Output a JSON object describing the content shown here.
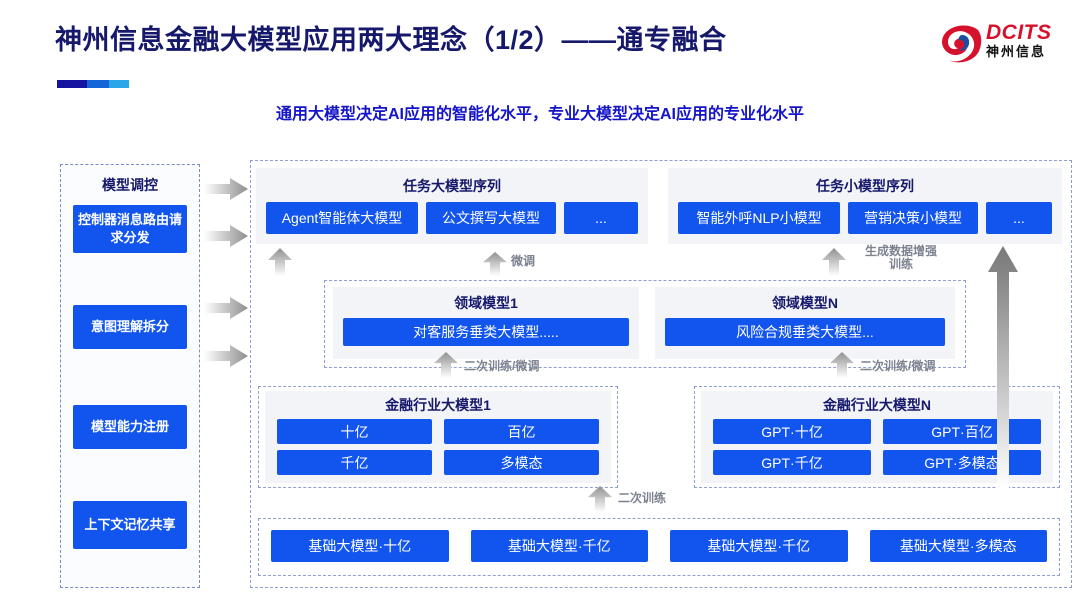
{
  "header": {
    "title": "神州信息金融大模型应用两大理念（1/2）——通专融合",
    "subtitle": "通用大模型决定AI应用的智能化水平，专业大模型决定AI应用的专业化水平",
    "logo": {
      "mark": "dcits-swirl-icon",
      "english": "DCITS",
      "chinese": "神州信息",
      "red": "#d6112b"
    },
    "accent_navy": "#16186b",
    "accent_blue": "#1155ee"
  },
  "left_panel": {
    "title": "模型调控",
    "items": [
      {
        "label": "控制器消息路由请求分发"
      },
      {
        "label": "意图理解拆分"
      },
      {
        "label": "模型能力注册"
      },
      {
        "label": "上下文记忆共享"
      }
    ],
    "arrow_icon": "arrow-right-icon"
  },
  "task_sequences": [
    {
      "title": "任务大模型序列",
      "chips": [
        "Agent智能体大模型",
        "公文撰写大模型",
        "..."
      ]
    },
    {
      "title": "任务小模型序列",
      "chips": [
        "智能外呼NLP小模型",
        "营销决策小模型",
        "..."
      ]
    }
  ],
  "domain_models": [
    {
      "title": "领域模型1",
      "chip": "对客服务垂类大模型....."
    },
    {
      "title": "领域模型N",
      "chip": "风险合规垂类大模型..."
    }
  ],
  "industry_models": [
    {
      "title": "金融行业大模型1",
      "chips": [
        "十亿",
        "百亿",
        "千亿",
        "多模态"
      ]
    },
    {
      "title": "金融行业大模型N",
      "chips": [
        "GPT·十亿",
        "GPT·百亿",
        "GPT·千亿",
        "GPT·多模态"
      ]
    }
  ],
  "base_models": {
    "chips": [
      "基础大模型·十亿",
      "基础大模型·千亿",
      "基础大模型·千亿",
      "基础大模型·多模态"
    ]
  },
  "flow_labels": {
    "fine_tune": "微调",
    "data_augment_line1": "生成数据增强",
    "data_augment_line2": "训练",
    "retrain_finetune_left": "二次训练/微调",
    "retrain_finetune_right": "二次训练/微调",
    "retrain": "二次训练",
    "arrow_up_icon": "arrow-up-icon"
  }
}
